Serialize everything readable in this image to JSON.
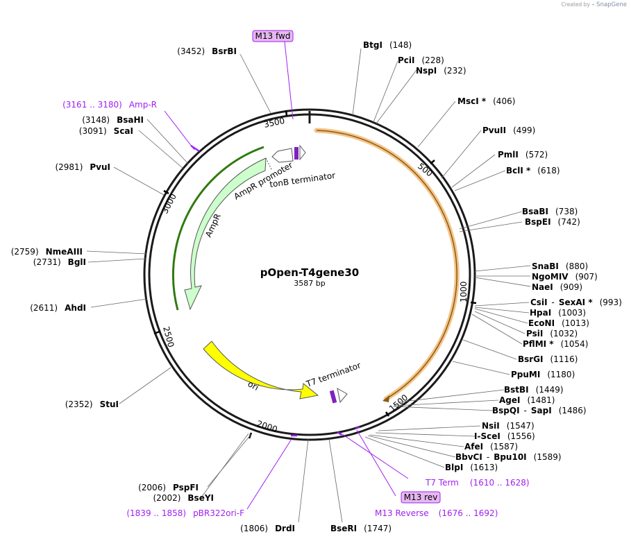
{
  "credit": {
    "prefix": "Created by",
    "brand": "SnapGene"
  },
  "plasmid": {
    "name": "pOpen-T4gene30",
    "size_label": "3587 bp",
    "length": 3587
  },
  "colors": {
    "backbone": "#1a1a1a",
    "feature_orange": "#f0b060",
    "ampr": "#ccffcc",
    "ori": "#ffff00",
    "primer": "#a020f0",
    "primer_box": "#e6b8f0",
    "terminator": "#8020c0"
  },
  "ticks": [
    {
      "label": "500"
    },
    {
      "label": "1000"
    },
    {
      "label": "1500"
    },
    {
      "label": "2000"
    },
    {
      "label": "2500"
    },
    {
      "label": "3000"
    },
    {
      "label": "3500"
    }
  ],
  "enzymes": [
    {
      "name": "BtgI",
      "pos": "(148)",
      "star": ""
    },
    {
      "name": "PciI",
      "pos": "(228)",
      "star": ""
    },
    {
      "name": "NspI",
      "pos": "(232)",
      "star": ""
    },
    {
      "name": "MscI",
      "pos": "(406)",
      "star": " *"
    },
    {
      "name": "PvuII",
      "pos": "(499)",
      "star": ""
    },
    {
      "name": "PmlI",
      "pos": "(572)",
      "star": ""
    },
    {
      "name": "BclI",
      "pos": "(618)",
      "star": " *"
    },
    {
      "name": "BsaBI",
      "pos": "(738)",
      "star": ""
    },
    {
      "name": "BspEI",
      "pos": "(742)",
      "star": ""
    },
    {
      "name": "SnaBI",
      "pos": "(880)",
      "star": ""
    },
    {
      "name": "NgoMIV",
      "pos": "(907)",
      "star": ""
    },
    {
      "name": "NaeI",
      "pos": "(909)",
      "star": ""
    },
    {
      "name": "CsiI",
      "name2": "SexAI",
      "pos": "(993)",
      "star": " *"
    },
    {
      "name": "HpaI",
      "pos": "(1003)",
      "star": ""
    },
    {
      "name": "EcoNI",
      "pos": "(1013)",
      "star": ""
    },
    {
      "name": "PsiI",
      "pos": "(1032)",
      "star": ""
    },
    {
      "name": "PflMI",
      "pos": "(1054)",
      "star": " *"
    },
    {
      "name": "BsrGI",
      "pos": "(1116)",
      "star": ""
    },
    {
      "name": "PpuMI",
      "pos": "(1180)",
      "star": ""
    },
    {
      "name": "BstBI",
      "pos": "(1449)",
      "star": ""
    },
    {
      "name": "AgeI",
      "pos": "(1481)",
      "star": ""
    },
    {
      "name": "BspQI",
      "name2": "SapI",
      "pos": "(1486)",
      "star": ""
    },
    {
      "name": "NsiI",
      "pos": "(1547)",
      "star": ""
    },
    {
      "name": "I-SceI",
      "pos": "(1556)",
      "star": ""
    },
    {
      "name": "AfeI",
      "pos": "(1587)",
      "star": ""
    },
    {
      "name": "BbvCI",
      "name2": "Bpu10I",
      "pos": "(1589)",
      "star": ""
    },
    {
      "name": "BlpI",
      "pos": "(1613)",
      "star": ""
    },
    {
      "name": "BseRI",
      "pos": "(1747)",
      "star": ""
    },
    {
      "name": "DrdI",
      "pos": "(1806)",
      "star": ""
    },
    {
      "name": "BseYI",
      "pos": "(2002)",
      "star": ""
    },
    {
      "name": "PspFI",
      "pos": "(2006)",
      "star": ""
    },
    {
      "name": "StuI",
      "pos": "(2352)",
      "star": ""
    },
    {
      "name": "AhdI",
      "pos": "(2611)",
      "star": ""
    },
    {
      "name": "BglI",
      "pos": "(2731)",
      "star": ""
    },
    {
      "name": "NmeAIII",
      "pos": "(2759)",
      "star": ""
    },
    {
      "name": "PvuI",
      "pos": "(2981)",
      "star": ""
    },
    {
      "name": "ScaI",
      "pos": "(3091)",
      "star": ""
    },
    {
      "name": "BsaHI",
      "pos": "(3148)",
      "star": ""
    },
    {
      "name": "BsrBI",
      "pos": "(3452)",
      "star": ""
    }
  ],
  "primers": [
    {
      "name": "Amp-R",
      "range": "(3161 .. 3180)"
    },
    {
      "name": "M13 fwd",
      "range": ""
    },
    {
      "name": "T7 Term",
      "range": "(1610 .. 1628)"
    },
    {
      "name": "M13 rev",
      "range": ""
    },
    {
      "name": "M13 Reverse",
      "range": "(1676 .. 1692)"
    },
    {
      "name": "pBR322ori-F",
      "range": "(1839 .. 1858)"
    }
  ],
  "features": [
    {
      "name": "AmpR promoter"
    },
    {
      "name": "tonB terminator"
    },
    {
      "name": "AmpR"
    },
    {
      "name": "ori"
    },
    {
      "name": "T7 terminator"
    }
  ]
}
